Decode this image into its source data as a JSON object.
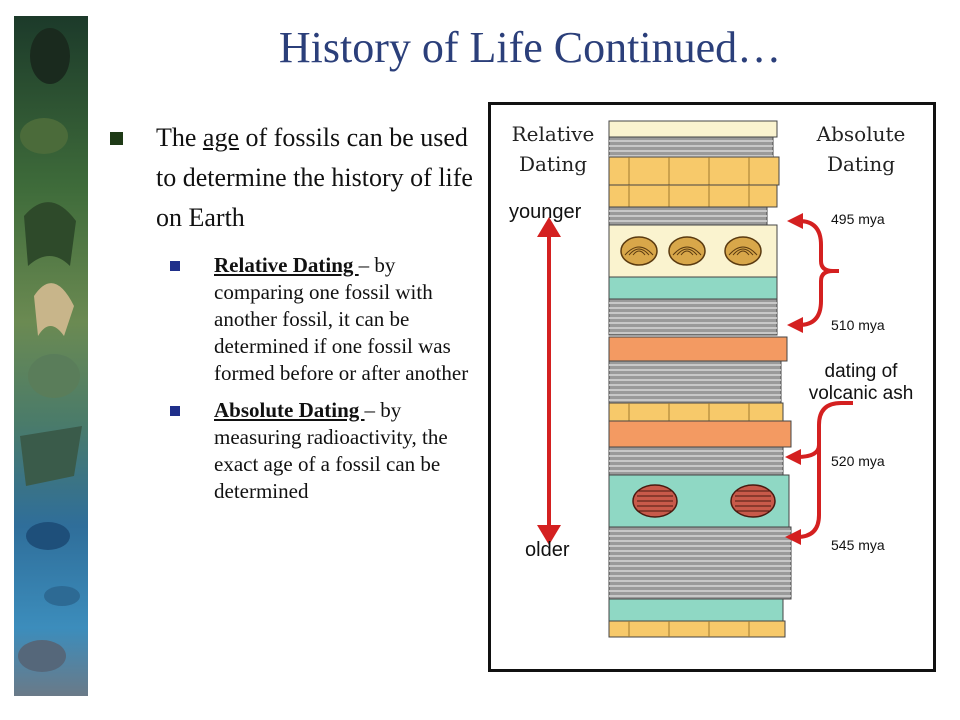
{
  "slide": {
    "title": "History of Life Continued…"
  },
  "main_bullet": {
    "pre": "The ",
    "keyword": "age",
    "post": " of fossils can be used to determine the history of life on Earth"
  },
  "sub_bullets": [
    {
      "term": "Relative Dating ",
      "text": "– by comparing one fossil with another fossil, it can be determined if one fossil was formed before or after another"
    },
    {
      "term": "Absolute Dating ",
      "text": "– by measuring radioactivity, the exact age of a fossil can be determined"
    }
  ],
  "figure": {
    "relative_label_line1": "Relative",
    "relative_label_line2": "Dating",
    "absolute_label_line1": "Absolute",
    "absolute_label_line2": "Dating",
    "younger": "younger",
    "older": "older",
    "ages": [
      "495 mya",
      "510 mya",
      "520 mya",
      "545 mya"
    ],
    "ash_line1": "dating of",
    "ash_line2": "volcanic ash",
    "colors": {
      "arrow": "#d42020",
      "sandstone": "#f7c96a",
      "green_layer": "#8fd8c4",
      "orange_layer": "#f39a62",
      "shale": "#9a9a9a",
      "cream": "#faf3cf"
    }
  }
}
